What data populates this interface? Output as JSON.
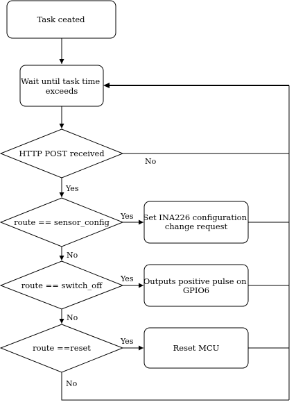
{
  "diagram": {
    "nodes": {
      "task_created": {
        "lines": [
          "Task ceated"
        ]
      },
      "wait": {
        "lines": [
          "Wait until task time",
          "exceeds"
        ]
      },
      "http_post": {
        "lines": [
          "HTTP POST received"
        ]
      },
      "route_sensor": {
        "lines": [
          "route == sensor_config"
        ]
      },
      "set_ina": {
        "lines": [
          "Set INA226 configuration",
          "change request"
        ]
      },
      "route_switch": {
        "lines": [
          "route == switch_off"
        ]
      },
      "pulse": {
        "lines": [
          "Outputs positive pulse on",
          "GPIO6"
        ]
      },
      "route_reset": {
        "lines": [
          "route ==reset"
        ]
      },
      "reset_mcu": {
        "lines": [
          "Reset MCU"
        ]
      }
    },
    "edge_labels": {
      "http_no": "No",
      "http_yes": "Yes",
      "sensor_yes": "Yes",
      "sensor_no": "No",
      "switch_yes": "Yes",
      "switch_no": "No",
      "reset_yes": "Yes",
      "reset_no": "No"
    }
  }
}
